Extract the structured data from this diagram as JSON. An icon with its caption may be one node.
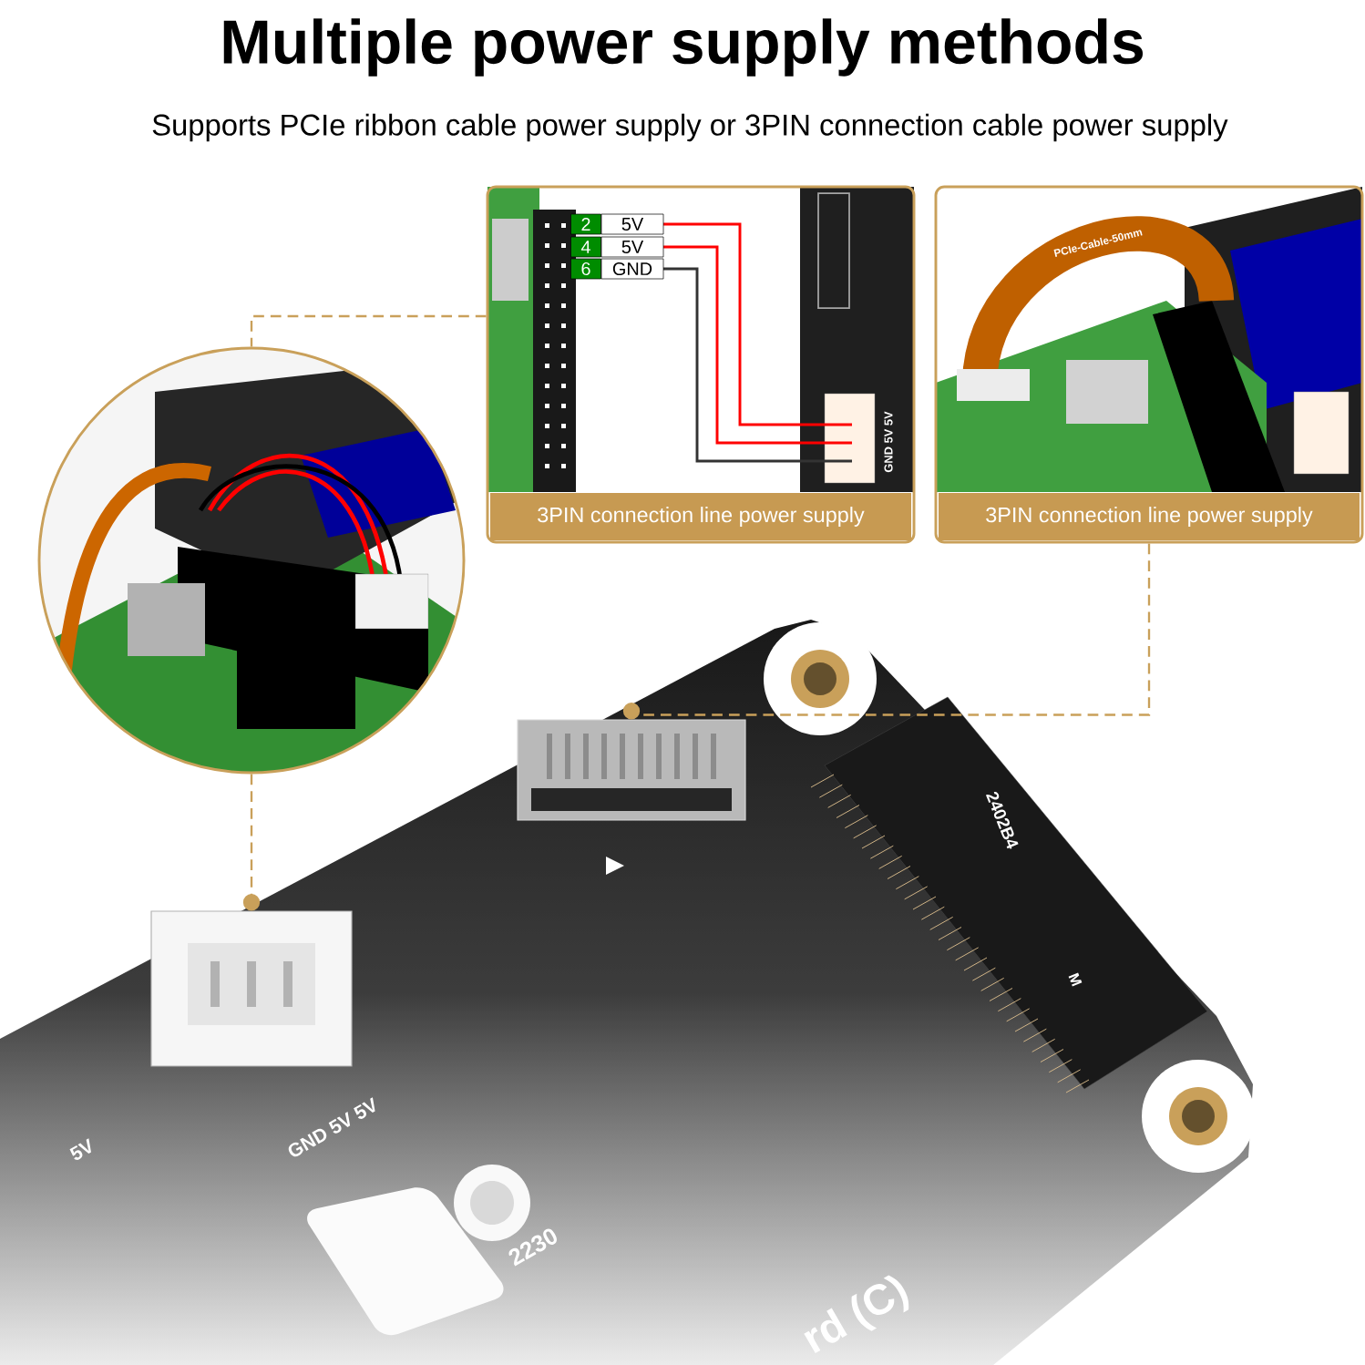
{
  "diagram": {
    "title": "Multiple power supply methods",
    "nodes": [
      {
        "text": [
          "3PIN connection line power supply"
        ]
      },
      {
        "text": [
          "3PIN connection line power supply"
        ]
      },
      {
        "text": [],
        "shape": "picture"
      },
      {
        "text": [],
        "shape": "box"
      },
      {
        "text": [],
        "shape": "box"
      }
    ],
    "edges": [
      {
        "from": 0,
        "to": 2,
        "arrow": "none",
        "style": "dashed"
      },
      {
        "from": 2,
        "to": 3,
        "arrow": "other",
        "style": "dashed"
      },
      {
        "from": 1,
        "to": 4,
        "arrow": "other",
        "style": "dashed"
      }
    ],
    "labels": [
      "Supports PCIe ribbon cable power supply or 3PIN connection cable power supply",
      "2",
      "5V",
      "4",
      "5V",
      "6",
      "GND",
      "GND 5V 5V",
      "PCIe-Cable-50mm",
      "2402B4",
      "M",
      "GND 5V 5V",
      "5V",
      "2230",
      "rd (C)"
    ]
  }
}
